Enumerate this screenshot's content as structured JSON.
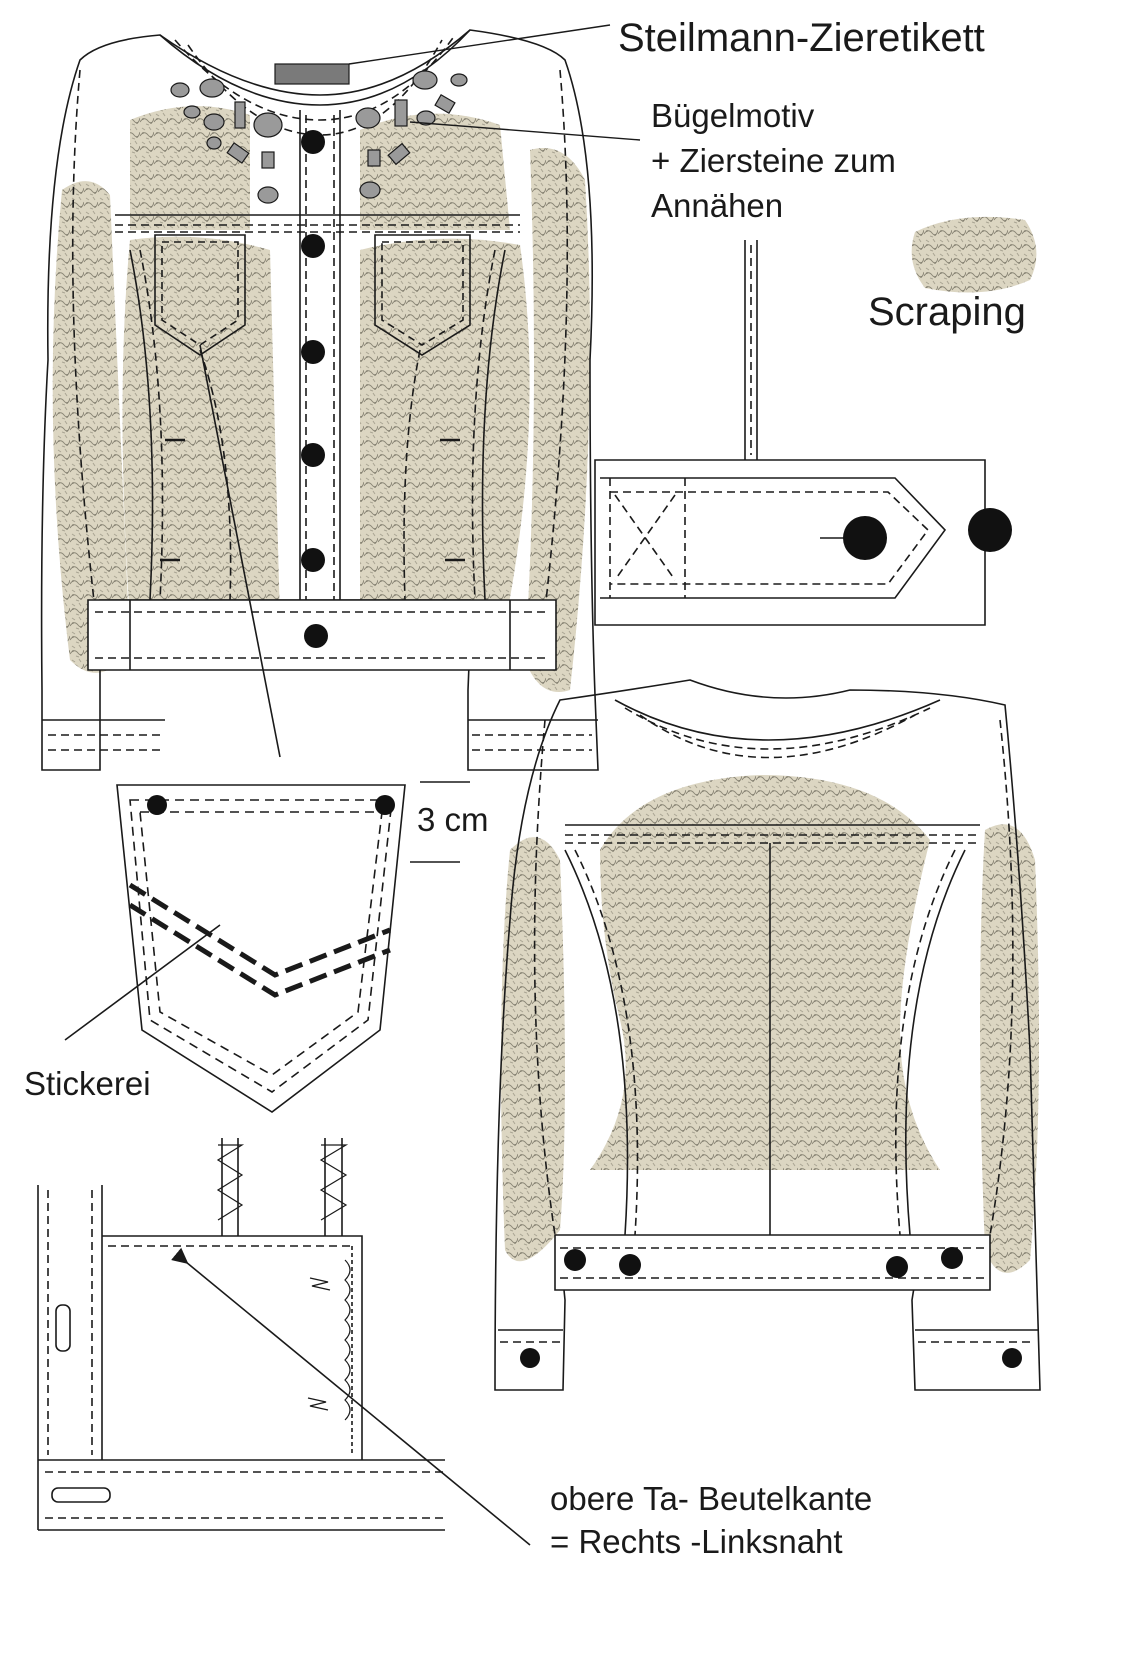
{
  "labels": {
    "label_tag": "Steilmann-Zieretikett",
    "motif": "Bügelmotiv\n+ Ziersteine zum\nAnnähen",
    "scraping": "Scraping",
    "pocket_height": "3 cm",
    "embroidery": "Stickerei",
    "pocket_bag_edge": "obere Ta- Beutelkante\n= Rechts -Linksnaht"
  },
  "colors": {
    "line": "#1a1a1a",
    "scraping_fill": "#dcd6c2",
    "scraping_texture": "#8a8676",
    "label_tag_fill": "#7a7a7a",
    "stone_fill": "#9a9a9a",
    "button_fill": "#111111",
    "paper": "#ffffff"
  },
  "icons": {
    "scraping_swatch": "scraping-swatch-icon",
    "button": "jeans-button-icon",
    "rivet": "rivet-icon",
    "zigzag": "zigzag-stitch-icon"
  }
}
